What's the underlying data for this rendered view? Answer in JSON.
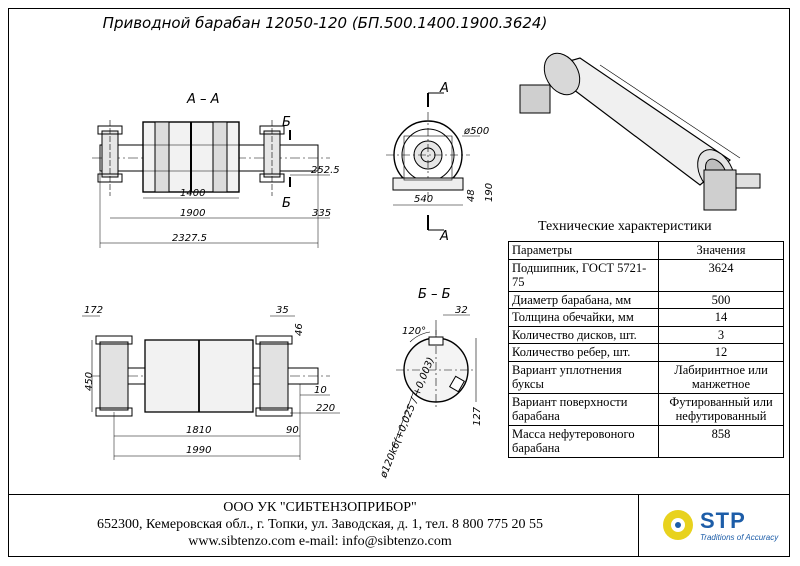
{
  "title": "Приводной барабан 12050-120 (БП.500.1400.1900.3624)",
  "section_labels": {
    "aa": "А – А",
    "bb": "Б – Б",
    "a": "А",
    "b": "Б"
  },
  "dimensions": {
    "d1400": "1400",
    "d1900": "1900",
    "d2327": "2327.5",
    "d252": "252.5",
    "d335": "335",
    "d500": "ø500",
    "d540": "540",
    "d48": "48",
    "d190": "190",
    "d172": "172",
    "d35": "35",
    "d46": "46",
    "d450": "450",
    "d10": "10",
    "d220": "220",
    "d1810": "1810",
    "d90": "90",
    "d1990": "1990",
    "d32": "32",
    "d120deg": "120°",
    "d127": "127",
    "dshaft": "ø120k6(+0,025 / +0,003)"
  },
  "specs": {
    "caption": "Технические характеристики",
    "header": [
      "Параметры",
      "Значения"
    ],
    "rows": [
      {
        "param": "Подшипник, ГОСТ 5721-75",
        "value": "3624"
      },
      {
        "param": "Диаметр барабана, мм",
        "value": "500"
      },
      {
        "param": "Толщина обечайки, мм",
        "value": "14"
      },
      {
        "param": "Количество дисков, шт.",
        "value": "3"
      },
      {
        "param": "Количество ребер, шт.",
        "value": "12"
      },
      {
        "param": "Вариант уплотнения буксы",
        "value": "Лабиринтное или манжетное"
      },
      {
        "param": "Вариант поверхности барабана",
        "value": "Футированный или нефутированный"
      },
      {
        "param": "Масса нефутеровоного барабана",
        "value": "858"
      }
    ]
  },
  "footer": {
    "company": "ООО УК \"СИБТЕНЗОПРИБОР\"",
    "address": "652300, Кемеровская обл., г. Топки, ул. Заводская, д. 1, тел. 8 800 775 20 55",
    "web": "www.sibtenzo.com e-mail: info@sibtenzo.com",
    "logo_text": "STP",
    "logo_tagline": "Traditions of Accuracy",
    "logo_color": "#1d5da8",
    "logo_accent": "#e8d21e"
  }
}
